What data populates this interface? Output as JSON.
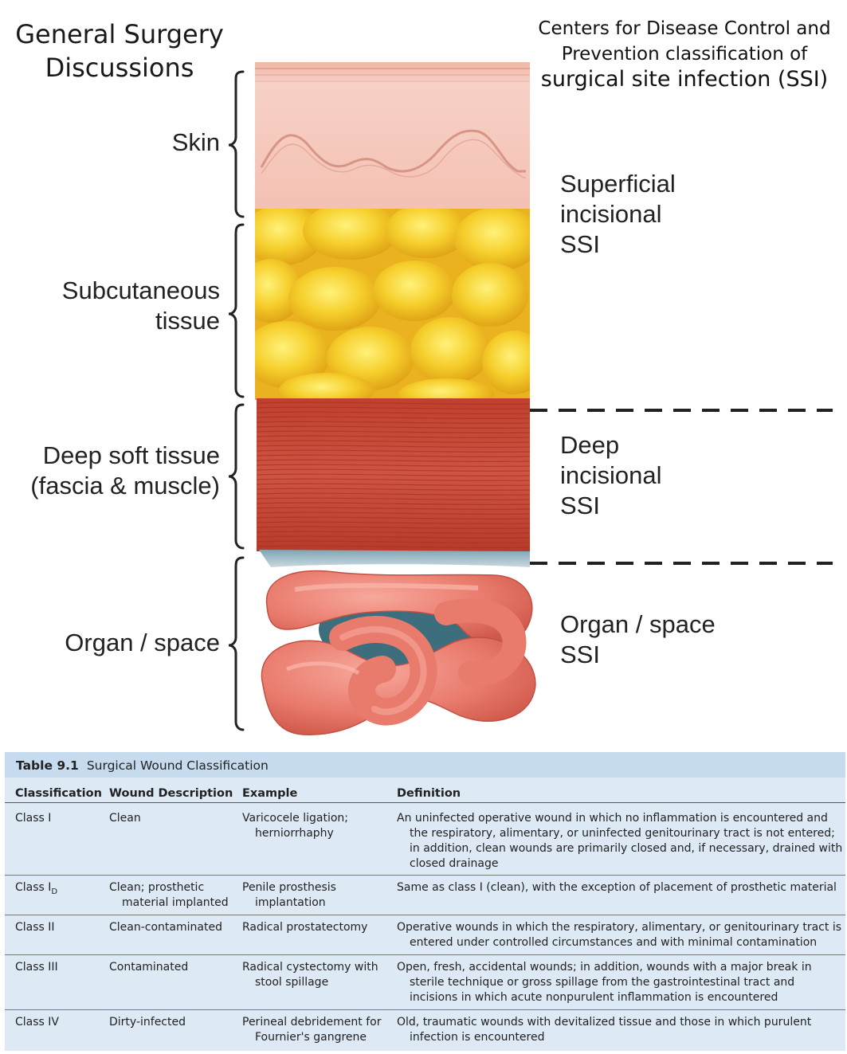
{
  "header": {
    "brand_line1": "General Surgery",
    "brand_line2": "Discussions",
    "source_line1": "Centers for Disease Control and",
    "source_line2": "Prevention classification of",
    "source_line3": "surgical site infection (SSI)"
  },
  "layers": {
    "skin": "Skin",
    "subcutaneous_1": "Subcutaneous",
    "subcutaneous_2": "tissue",
    "deep_1": "Deep soft tissue",
    "deep_2": "(fascia & muscle)",
    "organ": "Organ / space"
  },
  "ssi": {
    "superficial_1": "Superficial",
    "superficial_2": "incisional",
    "superficial_3": "SSI",
    "deep_1": "Deep",
    "deep_2": "incisional",
    "deep_3": "SSI",
    "organ_1": "Organ / space",
    "organ_2": "SSI"
  },
  "colors": {
    "skin": "#f4c3b6",
    "fat": "#f3c62a",
    "muscle": "#c84a3b",
    "bowel": "#e97b6d",
    "table_bg": "#dde9f5",
    "table_title_bg": "#c6dbee"
  },
  "table": {
    "number": "Table 9.1",
    "title": "Surgical Wound Classification",
    "headers": [
      "Classification",
      "Wound Description",
      "Example",
      "Definition"
    ],
    "rows": [
      {
        "classification": "Class I",
        "description": "Clean",
        "example": "Varicocele ligation; herniorrhaphy",
        "definition": "An uninfected operative wound in which no inflammation is encountered and the respiratory, alimentary, or uninfected genitourinary tract is not entered; in addition, clean wounds are primarily closed and, if necessary, drained with closed drainage"
      },
      {
        "classification": "Class I",
        "classification_sub": "D",
        "description": "Clean; prosthetic material implanted",
        "example": "Penile prosthesis implantation",
        "definition": "Same as class I (clean), with the exception of placement of prosthetic material"
      },
      {
        "classification": "Class II",
        "description": "Clean-contaminated",
        "example": "Radical prostatectomy",
        "definition": "Operative wounds in which the respiratory, alimentary, or genitourinary tract is entered under controlled circumstances and with minimal contamination"
      },
      {
        "classification": "Class III",
        "description": "Contaminated",
        "example": "Radical cystectomy with stool spillage",
        "definition": "Open, fresh, accidental wounds; in addition, wounds with a major break in sterile technique or gross spillage from the gastrointestinal tract and incisions in which acute nonpurulent inflammation is encountered"
      },
      {
        "classification": "Class IV",
        "description": "Dirty-infected",
        "example": "Perineal debridement for Fournier's gangrene",
        "definition": "Old, traumatic wounds with devitalized tissue and those in which purulent infection is encountered"
      }
    ]
  }
}
